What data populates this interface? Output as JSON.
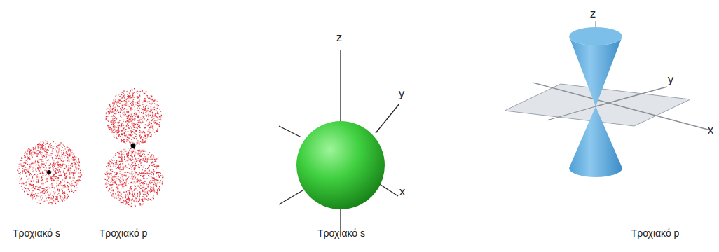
{
  "diagram": {
    "labels": [
      "Τροχιακό s",
      "Τροχιακό p",
      "Τροχιακό s",
      "Τροχιακό p",
      "z",
      "y",
      "x",
      "z",
      "y",
      "x"
    ]
  }
}
